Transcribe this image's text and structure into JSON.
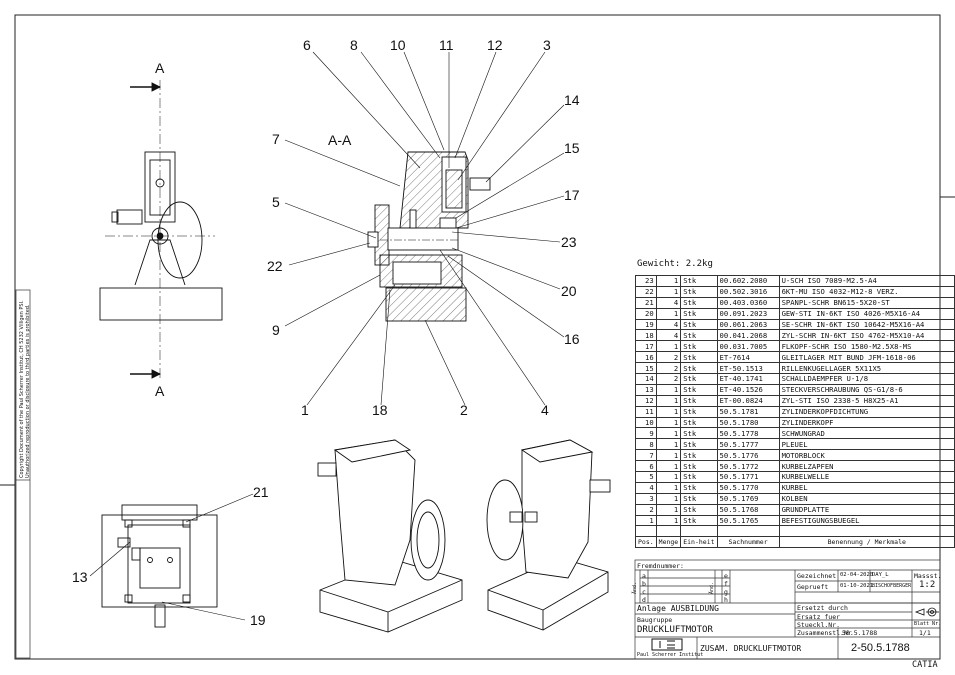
{
  "drawing": {
    "section_view_label": "A-A",
    "cut_labels": [
      "A",
      "A"
    ],
    "part_callouts": [
      "6",
      "8",
      "10",
      "11",
      "12",
      "3",
      "14",
      "15",
      "17",
      "23",
      "20",
      "16",
      "7",
      "5",
      "22",
      "9",
      "1",
      "18",
      "2",
      "4",
      "21",
      "13",
      "19"
    ]
  },
  "bom": {
    "weight_label": "Gewicht: 2.2kg",
    "header": {
      "pos": "Pos.",
      "qty": "Menge",
      "unit": "Ein-heit",
      "part": "Sachnummer",
      "desc": "Benennung / Merkmale"
    },
    "rows": [
      {
        "pos": "23",
        "qty": "1",
        "unit": "Stk",
        "part": "00.602.2080",
        "desc": "U-SCH ISO 7089-M2.5-A4"
      },
      {
        "pos": "22",
        "qty": "1",
        "unit": "Stk",
        "part": "00.502.3016",
        "desc": "6KT-MU ISO 4032-M12-8 VERZ."
      },
      {
        "pos": "21",
        "qty": "4",
        "unit": "Stk",
        "part": "00.403.0360",
        "desc": "SPANPL-SCHR BN615-5X20-ST"
      },
      {
        "pos": "20",
        "qty": "1",
        "unit": "Stk",
        "part": "00.091.2023",
        "desc": "GEW-STI IN-6KT ISO 4026-M5X16-A4"
      },
      {
        "pos": "19",
        "qty": "4",
        "unit": "Stk",
        "part": "00.061.2063",
        "desc": "SE-SCHR IN-6KT ISO 10642-M5X16-A4"
      },
      {
        "pos": "18",
        "qty": "4",
        "unit": "Stk",
        "part": "00.041.2068",
        "desc": "ZYL-SCHR IN-6KT ISO 4762-M5X10-A4"
      },
      {
        "pos": "17",
        "qty": "1",
        "unit": "Stk",
        "part": "00.031.7005",
        "desc": "FLKOPF-SCHR ISO 1580-M2.5X8-MS"
      },
      {
        "pos": "16",
        "qty": "2",
        "unit": "Stk",
        "part": "ET-7614",
        "desc": "GLEITLAGER MIT BUND JFM-1618-06"
      },
      {
        "pos": "15",
        "qty": "2",
        "unit": "Stk",
        "part": "ET-50.1513",
        "desc": "RILLENKUGELLAGER 5X11X5"
      },
      {
        "pos": "14",
        "qty": "2",
        "unit": "Stk",
        "part": "ET-40.1741",
        "desc": "SCHALLDAEMPFER U-1/8"
      },
      {
        "pos": "13",
        "qty": "1",
        "unit": "Stk",
        "part": "ET-40.1526",
        "desc": "STECKVERSCHRAUBUNG QS-G1/8-6"
      },
      {
        "pos": "12",
        "qty": "1",
        "unit": "Stk",
        "part": "ET-00.0824",
        "desc": "ZYL-STI ISO 2338-5 H8X25-A1"
      },
      {
        "pos": "11",
        "qty": "1",
        "unit": "Stk",
        "part": "50.5.1781",
        "desc": "ZYLINDERKOPFDICHTUNG"
      },
      {
        "pos": "10",
        "qty": "1",
        "unit": "Stk",
        "part": "50.5.1780",
        "desc": "ZYLINDERKOPF"
      },
      {
        "pos": "9",
        "qty": "1",
        "unit": "Stk",
        "part": "50.5.1778",
        "desc": "SCHWUNGRAD"
      },
      {
        "pos": "8",
        "qty": "1",
        "unit": "Stk",
        "part": "50.5.1777",
        "desc": "PLEUEL"
      },
      {
        "pos": "7",
        "qty": "1",
        "unit": "Stk",
        "part": "50.5.1776",
        "desc": "MOTORBLOCK"
      },
      {
        "pos": "6",
        "qty": "1",
        "unit": "Stk",
        "part": "50.5.1772",
        "desc": "KURBELZAPFEN"
      },
      {
        "pos": "5",
        "qty": "1",
        "unit": "Stk",
        "part": "50.5.1771",
        "desc": "KURBELWELLE"
      },
      {
        "pos": "4",
        "qty": "1",
        "unit": "Stk",
        "part": "50.5.1770",
        "desc": "KURBEL"
      },
      {
        "pos": "3",
        "qty": "1",
        "unit": "Stk",
        "part": "50.5.1769",
        "desc": "KOLBEN"
      },
      {
        "pos": "2",
        "qty": "1",
        "unit": "Stk",
        "part": "50.5.1768",
        "desc": "GRUNDPLATTE"
      },
      {
        "pos": "1",
        "qty": "1",
        "unit": "Stk",
        "part": "50.5.1765",
        "desc": "BEFESTIGUNGSBUEGEL"
      }
    ]
  },
  "title_block": {
    "fremdnummer": "Fremdnummer:",
    "change_letters": [
      "a",
      "b",
      "c",
      "d",
      "e",
      "f",
      "g",
      "h"
    ],
    "change_label": "Änd.",
    "gezeichnet_label": "Gezeichnet",
    "gezeichnet_date": "02-04-2020",
    "gezeichnet_name": "DAY_L",
    "geprueft_label": "Geprueft",
    "geprueft_date": "01-10-2021",
    "geprueft_name": "BISCHOFBERGER",
    "massstab_label": "Massst.",
    "massstab": "1:2",
    "anlage": "Anlage AUSBILDUNG",
    "ersetzt_durch": "Ersetzt durch",
    "ersatz_fuer": "Ersatz fuer",
    "stueckl_nr": "Stueckl.Nr.",
    "zusammenstl_nr": "Zusammenstl.Nr",
    "zusammenstl_value": "50.5.1788",
    "baugruppe_label": "Baugruppe",
    "baugruppe": "DRUCKLUFTMOTOR",
    "blatt_label": "Blatt Nr.",
    "blatt": "1/1",
    "institute": "Paul Scherrer Institut",
    "drawing_title": "ZUSAM. DRUCKLUFTMOTOR",
    "drawing_number": "2-50.5.1788",
    "software": "CATIA"
  },
  "side_text": [
    "Copyright Document of the Paul Scherrer Institut, CH 5232 Villigen PSI.",
    "Unauthorized reproduction or disclosure to third parties is prohibited."
  ]
}
